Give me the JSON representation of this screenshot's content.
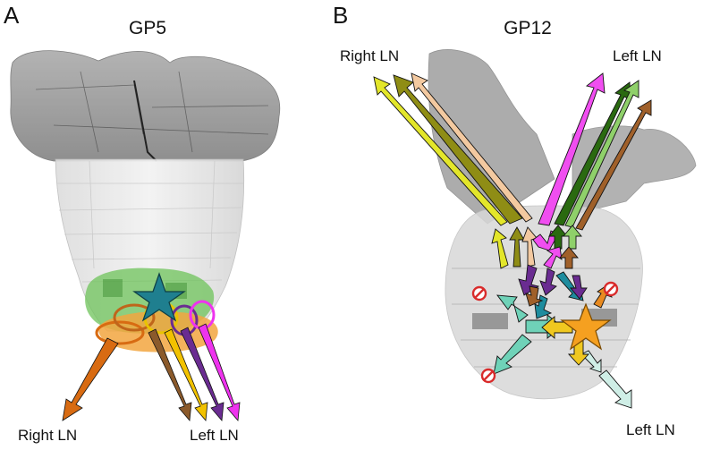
{
  "panel_a": {
    "letter": "A",
    "title": "GP5",
    "right_ln_label": "Right LN",
    "left_ln_label": "Left LN",
    "arrows": [
      {
        "name": "orange",
        "color": "#d86b12"
      },
      {
        "name": "brown",
        "color": "#8b5a2b"
      },
      {
        "name": "gold",
        "color": "#f2c200"
      },
      {
        "name": "purple",
        "color": "#6a2c91"
      },
      {
        "name": "magenta",
        "color": "#ee33ee"
      }
    ],
    "star_color": "#1f7f8f",
    "region_colors": {
      "green": "#6ec35a",
      "orange": "#f2a640"
    }
  },
  "panel_b": {
    "letter": "B",
    "title": "GP12",
    "right_ln_label": "Right LN",
    "left_ln_label_top": "Left LN",
    "left_ln_label_bottom": "Left LN",
    "arrow_colors": {
      "yellow": "#e3e62a",
      "olive": "#8f8d15",
      "peach": "#f3c9a0",
      "magenta": "#f04ef0",
      "dark_green": "#2a6a10",
      "light_green": "#8fd06a",
      "brown": "#a0602a",
      "purple": "#6a2c91",
      "teal": "#1e8c9e",
      "mint": "#6fd2b8",
      "pale_mint": "#cfeee6",
      "gold": "#f0c820"
    },
    "star_color": "#f5a020",
    "no_entry_color": "#d92b2b"
  }
}
